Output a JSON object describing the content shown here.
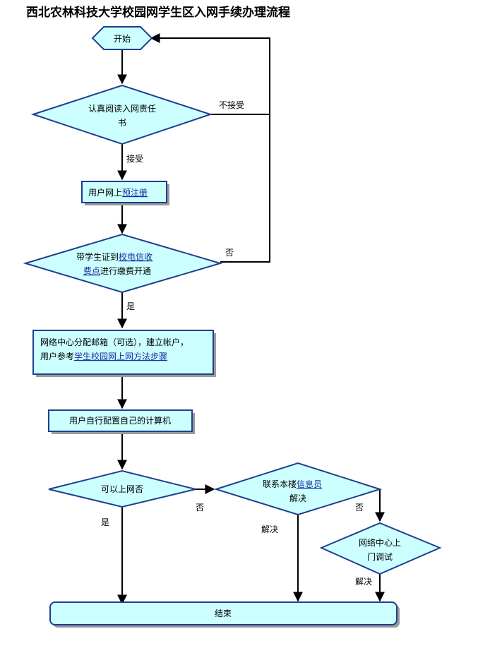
{
  "title": "西北农林科技大学校园网学生区入网手续办理流程",
  "nodes": {
    "start": "开始",
    "read": {
      "line1": "认真阅读入网责任",
      "line2": "书"
    },
    "register": {
      "prefix": "用户网上",
      "link": "预注册"
    },
    "pay": {
      "line1_prefix": "带学生证到",
      "line1_link": "校电信收",
      "line2_link": "费点",
      "line2_suffix": "进行缴费开通"
    },
    "center": {
      "line1": "网络中心分配邮箱（可选），建立帐户，",
      "line2_prefix": "用户参考",
      "line2_link": "学生校园网上网方法步骤"
    },
    "config": "用户自行配置自己的计算机",
    "online": "可以上网否",
    "contact": {
      "line1_prefix": "联系本楼",
      "line1_link": "信息员",
      "line2": "解决"
    },
    "visit": {
      "line1": "网络中心上",
      "line2": "门调试"
    },
    "end": "结束"
  },
  "edge_labels": {
    "not_accept": "不接受",
    "accept": "接受",
    "no_pay": "否",
    "yes_pay": "是",
    "no_online": "否",
    "yes_online": "是",
    "solved_contact": "解决",
    "no_contact": "否",
    "solved_visit": "解决"
  },
  "colors": {
    "fill": "#ccffff",
    "stroke": "#1f3f8f",
    "link": "#1a2f9e"
  }
}
